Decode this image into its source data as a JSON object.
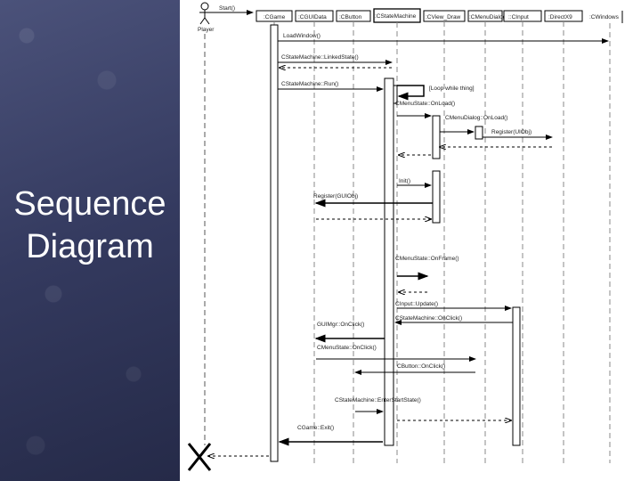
{
  "slide": {
    "title_line1": "Sequence",
    "title_line2": "Diagram"
  },
  "diagram": {
    "actor": "Player",
    "start_message": "Start()",
    "objects": [
      ":CGame",
      ":CGUIData",
      ":CButton",
      ":CStateMachine",
      ":CView_Draw",
      ":CMenuDialog",
      "::CInput",
      ":DirectX9",
      ":CWindows"
    ],
    "messages": [
      "LoadWindow()",
      "CStateMachine::LinkedState()",
      "CStateMachine::Run()",
      "[Loop while thing]",
      "CMenuState::OnLoad()",
      "CMenuDialog::OnLoad()",
      "Register(UIObj)",
      "Init()",
      "Register(GUIObj)",
      "CMenuState::OnFrame()",
      "CInput::Update()",
      "CStateMachine::OnClick()",
      "GUIMgr::OnClick()",
      "CMenuState::OnClick()",
      "CButton::OnClick()",
      "CStateMachine::EnterStartState()",
      "CGame::Exit()"
    ]
  }
}
